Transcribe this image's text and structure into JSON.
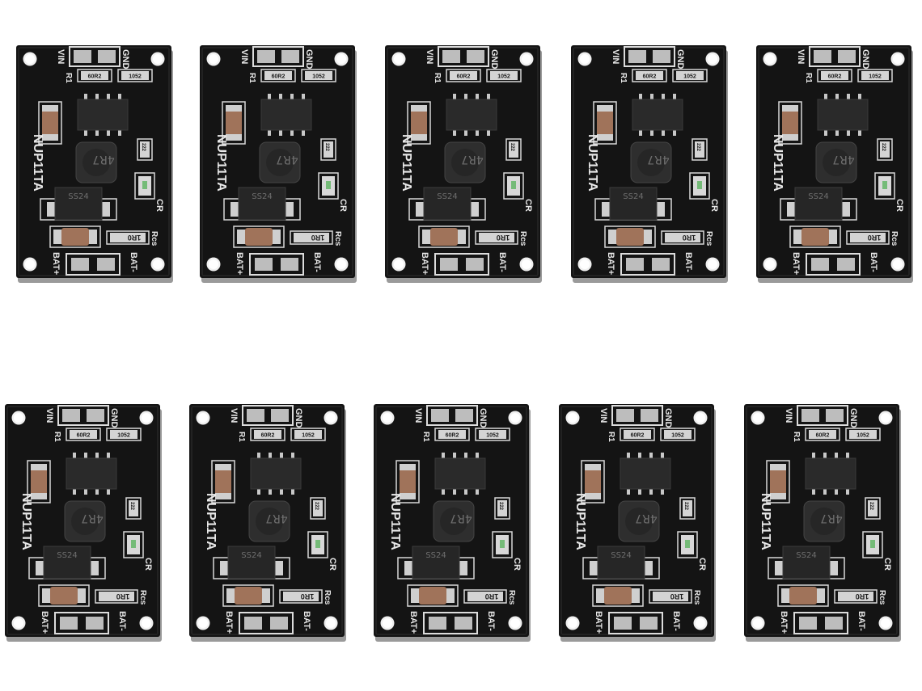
{
  "board": {
    "labels": {
      "vin": "VIN",
      "gnd": "GND",
      "r1": "R1",
      "r1_value": "60R2",
      "r2_value": "1052",
      "model": "NUP11TA",
      "inductor": "4R7",
      "diode": "SS24",
      "small_res": "222",
      "led": "CR",
      "rcs": "Rcs",
      "rcs_value": "1R0",
      "bat_plus": "BAT+",
      "bat_minus": "BAT-"
    },
    "colors": {
      "pcb": "#141414",
      "pad": "#bdbdbd",
      "silkscreen": "#e8e8e8",
      "capacitor": "#a0735a",
      "chip": "#2a2a2a"
    }
  },
  "boards": [
    {
      "id": "board-1"
    },
    {
      "id": "board-2"
    },
    {
      "id": "board-3"
    },
    {
      "id": "board-4"
    },
    {
      "id": "board-5"
    },
    {
      "id": "board-6"
    },
    {
      "id": "board-7"
    },
    {
      "id": "board-8"
    },
    {
      "id": "board-9"
    },
    {
      "id": "board-10"
    }
  ]
}
